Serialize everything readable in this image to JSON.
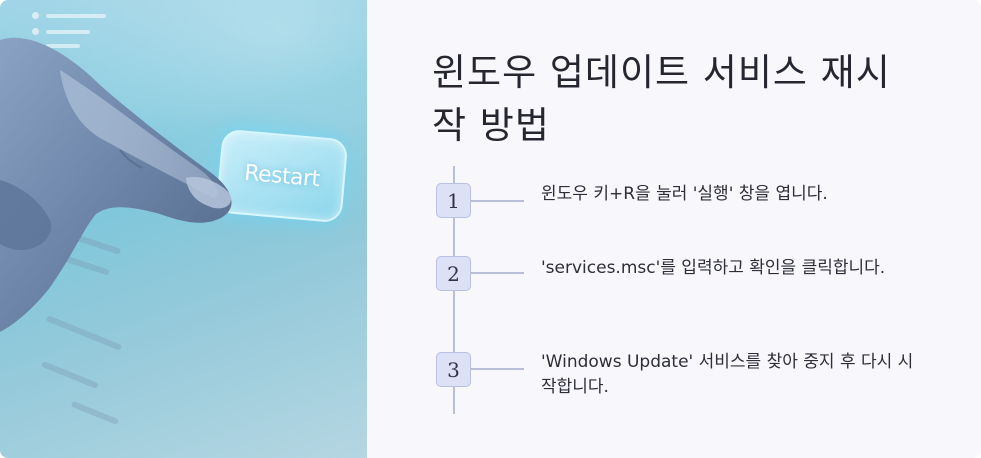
{
  "hero": {
    "button_label": "Restart"
  },
  "title": "윈도우 업데이트 서비스 재시작 방법",
  "steps": [
    {
      "number": "1",
      "text": "윈도우 키+R을 눌러 '실행' 창을 엽니다."
    },
    {
      "number": "2",
      "text": "'services.msc'를 입력하고 확인을 클릭합니다."
    },
    {
      "number": "3",
      "text": "'Windows Update' 서비스를 찾아 중지 후 다시 시작합니다."
    }
  ],
  "colors": {
    "accent_box": "#dde1f5",
    "timeline": "#b9bfd8",
    "background": "#f7f7fc"
  }
}
